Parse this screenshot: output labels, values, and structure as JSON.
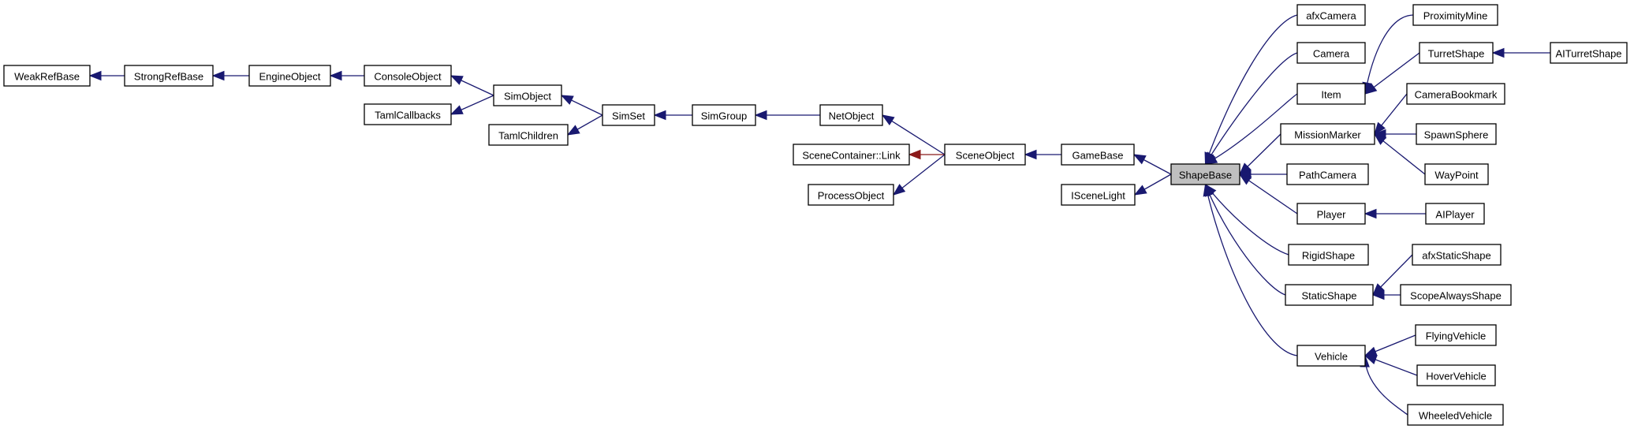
{
  "diagram": {
    "type": "class-inheritance-graph",
    "colors": {
      "node_fill": "#ffffff",
      "highlight_fill": "#bfbfbf",
      "public_inheritance": "#191970",
      "usage_relation": "#8b1a1a"
    },
    "nodes": [
      {
        "id": "WeakRefBase",
        "label": "WeakRefBase"
      },
      {
        "id": "StrongRefBase",
        "label": "StrongRefBase"
      },
      {
        "id": "EngineObject",
        "label": "EngineObject"
      },
      {
        "id": "ConsoleObject",
        "label": "ConsoleObject"
      },
      {
        "id": "TamlCallbacks",
        "label": "TamlCallbacks"
      },
      {
        "id": "SimObject",
        "label": "SimObject"
      },
      {
        "id": "TamlChildren",
        "label": "TamlChildren"
      },
      {
        "id": "SimSet",
        "label": "SimSet"
      },
      {
        "id": "SimGroup",
        "label": "SimGroup"
      },
      {
        "id": "NetObject",
        "label": "NetObject"
      },
      {
        "id": "SceneContainerLink",
        "label": "SceneContainer::Link"
      },
      {
        "id": "ProcessObject",
        "label": "ProcessObject"
      },
      {
        "id": "SceneObject",
        "label": "SceneObject"
      },
      {
        "id": "GameBase",
        "label": "GameBase"
      },
      {
        "id": "ISceneLight",
        "label": "ISceneLight"
      },
      {
        "id": "ShapeBase",
        "label": "ShapeBase",
        "highlight": true
      },
      {
        "id": "afxCamera",
        "label": "afxCamera"
      },
      {
        "id": "Camera",
        "label": "Camera"
      },
      {
        "id": "Item",
        "label": "Item"
      },
      {
        "id": "MissionMarker",
        "label": "MissionMarker"
      },
      {
        "id": "PathCamera",
        "label": "PathCamera"
      },
      {
        "id": "Player",
        "label": "Player"
      },
      {
        "id": "RigidShape",
        "label": "RigidShape"
      },
      {
        "id": "StaticShape",
        "label": "StaticShape"
      },
      {
        "id": "Vehicle",
        "label": "Vehicle"
      },
      {
        "id": "ProximityMine",
        "label": "ProximityMine"
      },
      {
        "id": "TurretShape",
        "label": "TurretShape"
      },
      {
        "id": "AITurretShape",
        "label": "AITurretShape"
      },
      {
        "id": "CameraBookmark",
        "label": "CameraBookmark"
      },
      {
        "id": "SpawnSphere",
        "label": "SpawnSphere"
      },
      {
        "id": "WayPoint",
        "label": "WayPoint"
      },
      {
        "id": "AIPlayer",
        "label": "AIPlayer"
      },
      {
        "id": "afxStaticShape",
        "label": "afxStaticShape"
      },
      {
        "id": "ScopeAlwaysShape",
        "label": "ScopeAlwaysShape"
      },
      {
        "id": "FlyingVehicle",
        "label": "FlyingVehicle"
      },
      {
        "id": "HoverVehicle",
        "label": "HoverVehicle"
      },
      {
        "id": "WheeledVehicle",
        "label": "WheeledVehicle"
      }
    ],
    "edges": [
      {
        "from": "StrongRefBase",
        "to": "WeakRefBase",
        "kind": "inherits"
      },
      {
        "from": "EngineObject",
        "to": "StrongRefBase",
        "kind": "inherits"
      },
      {
        "from": "ConsoleObject",
        "to": "EngineObject",
        "kind": "inherits"
      },
      {
        "from": "SimObject",
        "to": "ConsoleObject",
        "kind": "inherits"
      },
      {
        "from": "SimObject",
        "to": "TamlCallbacks",
        "kind": "inherits"
      },
      {
        "from": "SimSet",
        "to": "SimObject",
        "kind": "inherits"
      },
      {
        "from": "SimSet",
        "to": "TamlChildren",
        "kind": "inherits"
      },
      {
        "from": "SimGroup",
        "to": "SimSet",
        "kind": "inherits"
      },
      {
        "from": "NetObject",
        "to": "SimGroup",
        "kind": "inherits"
      },
      {
        "from": "SceneObject",
        "to": "NetObject",
        "kind": "inherits"
      },
      {
        "from": "SceneObject",
        "to": "SceneContainerLink",
        "kind": "uses"
      },
      {
        "from": "SceneObject",
        "to": "ProcessObject",
        "kind": "inherits"
      },
      {
        "from": "GameBase",
        "to": "SceneObject",
        "kind": "inherits"
      },
      {
        "from": "ShapeBase",
        "to": "GameBase",
        "kind": "inherits"
      },
      {
        "from": "ShapeBase",
        "to": "ISceneLight",
        "kind": "inherits"
      },
      {
        "from": "afxCamera",
        "to": "ShapeBase",
        "kind": "inherits"
      },
      {
        "from": "Camera",
        "to": "ShapeBase",
        "kind": "inherits"
      },
      {
        "from": "Item",
        "to": "ShapeBase",
        "kind": "inherits"
      },
      {
        "from": "MissionMarker",
        "to": "ShapeBase",
        "kind": "inherits"
      },
      {
        "from": "PathCamera",
        "to": "ShapeBase",
        "kind": "inherits"
      },
      {
        "from": "Player",
        "to": "ShapeBase",
        "kind": "inherits"
      },
      {
        "from": "RigidShape",
        "to": "ShapeBase",
        "kind": "inherits"
      },
      {
        "from": "StaticShape",
        "to": "ShapeBase",
        "kind": "inherits"
      },
      {
        "from": "Vehicle",
        "to": "ShapeBase",
        "kind": "inherits"
      },
      {
        "from": "ProximityMine",
        "to": "Item",
        "kind": "inherits"
      },
      {
        "from": "TurretShape",
        "to": "Item",
        "kind": "inherits"
      },
      {
        "from": "AITurretShape",
        "to": "TurretShape",
        "kind": "inherits"
      },
      {
        "from": "CameraBookmark",
        "to": "MissionMarker",
        "kind": "inherits"
      },
      {
        "from": "SpawnSphere",
        "to": "MissionMarker",
        "kind": "inherits"
      },
      {
        "from": "WayPoint",
        "to": "MissionMarker",
        "kind": "inherits"
      },
      {
        "from": "AIPlayer",
        "to": "Player",
        "kind": "inherits"
      },
      {
        "from": "afxStaticShape",
        "to": "StaticShape",
        "kind": "inherits"
      },
      {
        "from": "ScopeAlwaysShape",
        "to": "StaticShape",
        "kind": "inherits"
      },
      {
        "from": "FlyingVehicle",
        "to": "Vehicle",
        "kind": "inherits"
      },
      {
        "from": "HoverVehicle",
        "to": "Vehicle",
        "kind": "inherits"
      },
      {
        "from": "WheeledVehicle",
        "to": "Vehicle",
        "kind": "inherits"
      }
    ]
  }
}
